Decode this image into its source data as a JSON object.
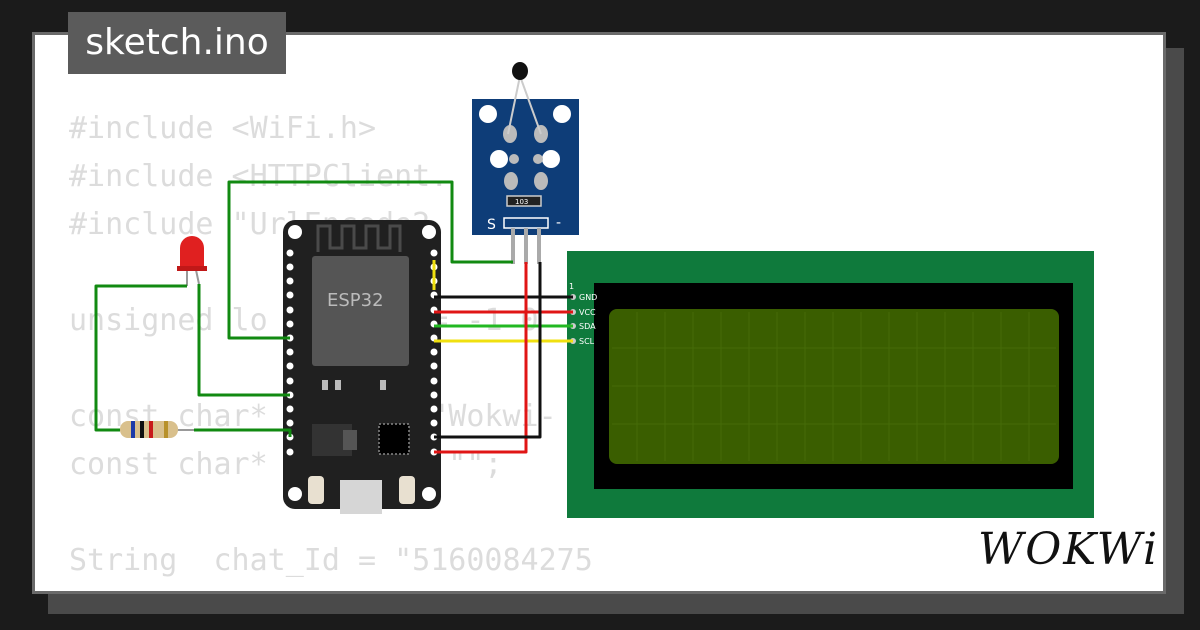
{
  "header": {
    "file_name": "sketch.ino"
  },
  "code": {
    "lines": [
      "#include <WiFi.h>",
      "#include <HTTPClient.",
      "#include \"UrlEncode2.",
      "",
      "unsigned lo         = -1 0",
      "",
      "const char*         \"Wokwi-",
      "const char*      d = \"\";",
      "",
      "String  chat_Id = \"5160084275"
    ]
  },
  "components": {
    "esp32": {
      "chip_label": "ESP32"
    },
    "temp_sensor": {
      "left_label": "S",
      "right_label": "-",
      "resistor_code": "103"
    },
    "lcd": {
      "pin1": "1",
      "pins": [
        "GND",
        "VCC",
        "SDA",
        "SCL"
      ],
      "colors": {
        "board": "#0f7a3c",
        "bezel": "#000000",
        "screen": "#3a5e00"
      }
    },
    "led": {
      "color": "#e02020"
    }
  },
  "branding": {
    "logo": "WOKWi"
  }
}
